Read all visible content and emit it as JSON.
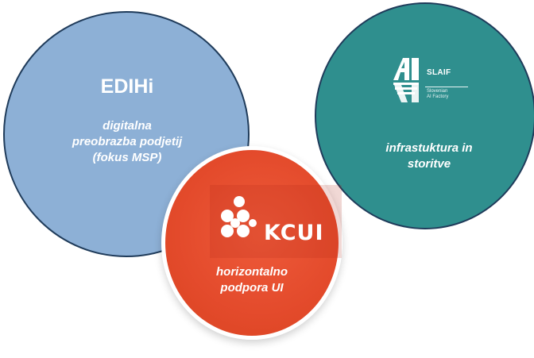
{
  "circles": {
    "edihi": {
      "title": "EDIHi",
      "lines": [
        "digitalna",
        "preobrazba podjetij",
        "(fokus MSP)"
      ],
      "color": "#8db0d6"
    },
    "slaif": {
      "logo_text": "SLAIF",
      "logo_subtitle": [
        "Slovenian",
        "AI Factory"
      ],
      "lines": [
        "infrastuktura in",
        "storitve"
      ],
      "color": "#2f8f8e"
    },
    "kcui": {
      "logo_text": "KCUI",
      "lines": [
        "horizontalno",
        "podpora UI"
      ],
      "color": "#e34a2b"
    }
  },
  "colors": {
    "outline": "#1f3b5a",
    "text": "#ffffff"
  },
  "icons": {
    "slaif_logo": "slaif-ai-logo-icon",
    "kcui_logo": "kcui-dots-logo-icon"
  }
}
